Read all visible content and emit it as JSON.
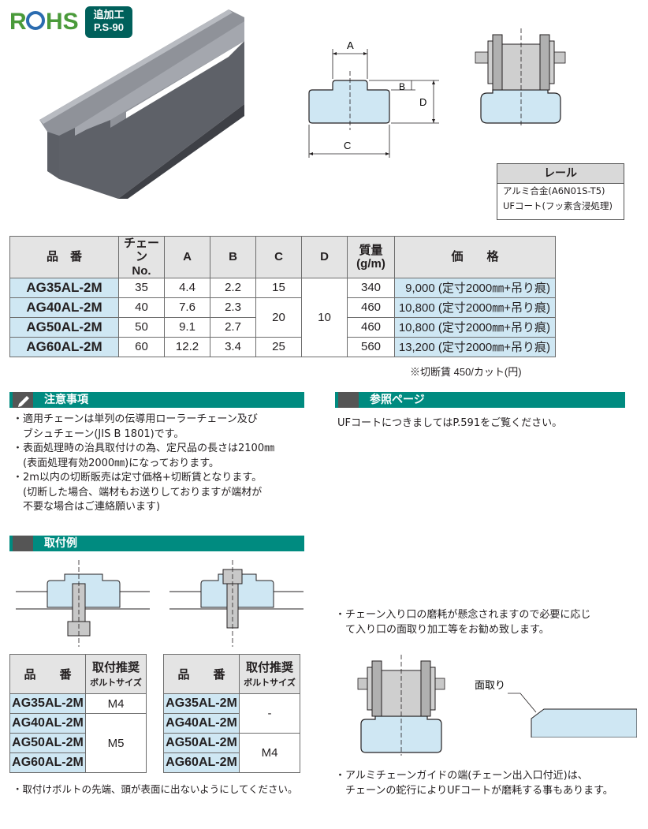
{
  "badges": {
    "rohs": "RoHS",
    "process_l1": "追加工",
    "process_l2": "P.S-90"
  },
  "diagram": {
    "dim_a": "A",
    "dim_b": "B",
    "dim_c": "C",
    "dim_d": "D"
  },
  "material": {
    "header": "レール",
    "line1": "アルミ合金(A6N01S-T5)",
    "line2": "UFコート(フッ素含浸処理)"
  },
  "spec_table": {
    "headers": {
      "part": "品　番",
      "chain_1": "チェーン",
      "chain_2": "No.",
      "a": "A",
      "b": "B",
      "c": "C",
      "d": "D",
      "mass_1": "質量",
      "mass_2": "(g/m)",
      "price": "価　　格"
    },
    "rows": [
      {
        "part": "AG35AL-2M",
        "chain": "35",
        "a": "4.4",
        "b": "2.2",
        "c": "15",
        "mass": "340",
        "price": "9,000 (定寸2000㎜+吊り痕)"
      },
      {
        "part": "AG40AL-2M",
        "chain": "40",
        "a": "7.6",
        "b": "2.3",
        "mass": "460",
        "price": "10,800 (定寸2000㎜+吊り痕)"
      },
      {
        "part": "AG50AL-2M",
        "chain": "50",
        "a": "9.1",
        "b": "2.7",
        "mass": "460",
        "price": "10,800 (定寸2000㎜+吊り痕)"
      },
      {
        "part": "AG60AL-2M",
        "chain": "60",
        "a": "12.2",
        "b": "3.4",
        "c": "25",
        "mass": "560",
        "price": "13,200 (定寸2000㎜+吊り痕)"
      }
    ],
    "c_merged": "20",
    "d_merged": "10",
    "cut_note": "※切断賃  450/カット(円)"
  },
  "cautions": {
    "title": "注意事項",
    "lines": [
      "・適用チェーンは単列の伝導用ローラーチェーン及び",
      "　ブシュチェーン(JIS B 1801)です。",
      "・表面処理時の治具取付けの為、定尺品の長さは2100㎜",
      "　(表面処理有効2000㎜)になっております。",
      "・2m以内の切断販売は定寸価格+切断賃となります。",
      "　(切断した場合、端材もお送りしておりますが端材が",
      "　不要な場合はご連絡願います)"
    ]
  },
  "reference": {
    "title": "参照ページ",
    "text": "UFコートにつきましてはP.591をご覧ください。"
  },
  "mounting": {
    "title": "取付例",
    "headers": {
      "part": "品　　番",
      "rec_1": "取付推奨",
      "rec_2": "ボルトサイズ"
    },
    "parts": [
      "AG35AL-2M",
      "AG40AL-2M",
      "AG50AL-2M",
      "AG60AL-2M"
    ],
    "table1": {
      "row1": "M4",
      "rows2to4": "M5"
    },
    "table2": {
      "rows1to2": "-",
      "rows3to4": "M4"
    },
    "footnote": "・取付けボルトの先端、頭が表面に出ないようにしてください。"
  },
  "right_notes": {
    "top_lines": [
      "・チェーン入り口の磨耗が懸念されますので必要に応じ",
      "　て入り口の面取り加工等をお勧め致します。"
    ],
    "chamfer_label": "面取り",
    "bottom_lines": [
      "・アルミチェーンガイドの端(チェーン出入口付近)は、",
      "　チェーンの蛇行によりUFコートが磨耗する事もあります。"
    ]
  },
  "colors": {
    "teal": "#008b80",
    "badge": "#00605b",
    "light_blue": "#cfe7f3",
    "rohs_green": "#4a9a3a",
    "rohs_blue": "#2b6cb0"
  }
}
